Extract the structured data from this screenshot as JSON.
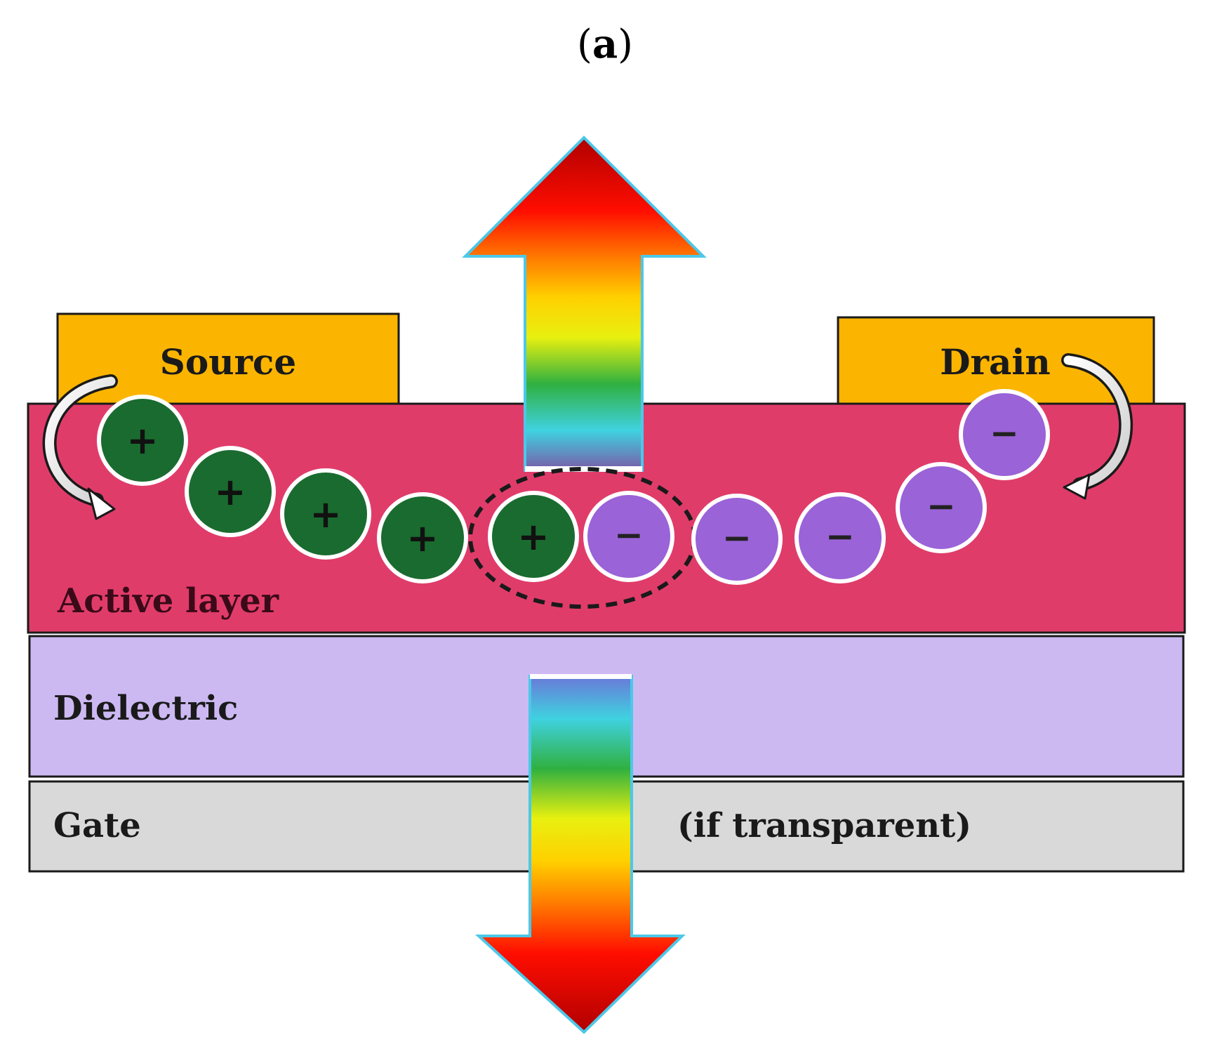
{
  "panel_label": {
    "open": "(",
    "letter": "a",
    "close": ")"
  },
  "layers": {
    "source": "Source",
    "drain": "Drain",
    "active": "Active layer",
    "dielectric": "Dielectric",
    "gate": "Gate",
    "gate_note": "(if transparent)"
  },
  "charges": {
    "hole_sign": "+",
    "electron_sign": "−"
  },
  "colors": {
    "electrode": "#fbb400",
    "active_layer": "#e03c6a",
    "dielectric": "#ccb9f2",
    "gate": "#d9d9d9",
    "hole": "#1a6b2f",
    "electron": "#9a63d8",
    "outline": "#1a1a1a"
  }
}
